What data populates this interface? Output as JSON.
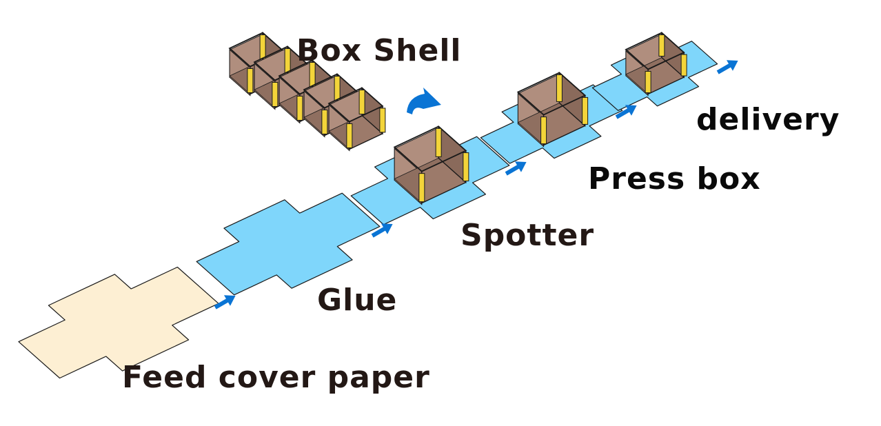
{
  "diagram": {
    "title": "Box forming process flow",
    "steps": [
      {
        "id": "feed",
        "label": "Feed cover paper"
      },
      {
        "id": "glue",
        "label": "Glue"
      },
      {
        "id": "spotter",
        "label": "Spotter"
      },
      {
        "id": "press",
        "label": "Press box"
      },
      {
        "id": "delivery",
        "label": "delivery"
      }
    ],
    "side_input": {
      "label": "Box Shell",
      "count": 5
    },
    "colors": {
      "cover_paper": "#fdefd3",
      "glued_paper": "#7fd6fb",
      "box_wall": "#9c7a6a",
      "box_inner": "#b08e7e",
      "corner_tape": "#f3d43a",
      "arrow": "#0a74d4",
      "outline": "#1a1a1a",
      "text": "#231815"
    }
  }
}
